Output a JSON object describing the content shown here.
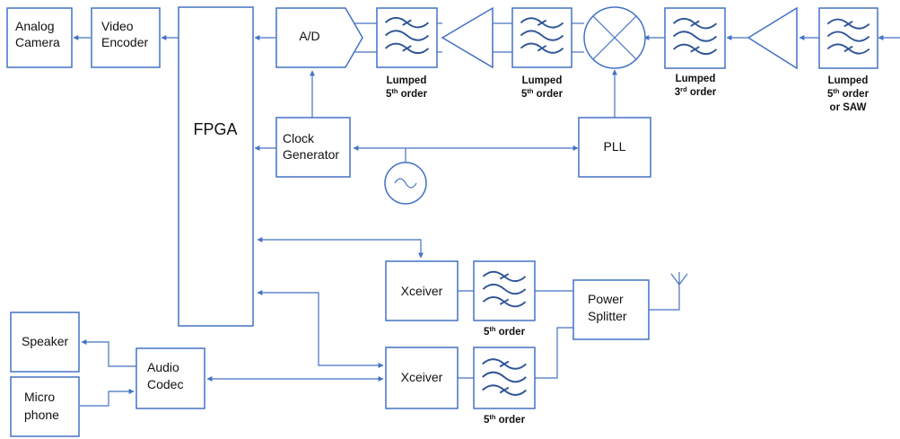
{
  "blocks": {
    "analog_camera": [
      "Analog",
      "Camera"
    ],
    "video_encoder": [
      "Video",
      "Encoder"
    ],
    "fpga": "FPGA",
    "adc": "A/D",
    "clock_generator": [
      "Clock",
      "Generator"
    ],
    "pll": "PLL",
    "xceiver_top": "Xceiver",
    "xceiver_bottom": "Xceiver",
    "power_splitter": [
      "Power",
      "Splitter"
    ],
    "audio_codec": [
      "Audio",
      "Codec"
    ],
    "speaker": "Speaker",
    "microphone": [
      "Micro",
      "phone"
    ]
  },
  "filter_captions": {
    "f1": {
      "line1": "Lumped",
      "order_num": "5",
      "order_sup": "th",
      "order_word": " order"
    },
    "f2": {
      "line1": "Lumped",
      "order_num": "5",
      "order_sup": "th",
      "order_word": " order"
    },
    "f3": {
      "line1": "Lumped",
      "order_num": "3",
      "order_sup": "rd",
      "order_word": " order"
    },
    "f4": {
      "line1": "Lumped",
      "order_num": "5",
      "order_sup": "th",
      "order_word": " order",
      "line3": "or SAW"
    },
    "f5": {
      "order_num": "5",
      "order_sup": "th",
      "order_word": " order"
    },
    "f6": {
      "order_num": "5",
      "order_sup": "th",
      "order_word": " order"
    }
  },
  "colors": {
    "line": "#4472c4",
    "wave": "#2f5597",
    "text": "#111111"
  },
  "icons": [
    "filter-icon",
    "amplifier-icon",
    "mixer-icon",
    "oscillator-icon",
    "antenna-icon",
    "arrowhead"
  ]
}
